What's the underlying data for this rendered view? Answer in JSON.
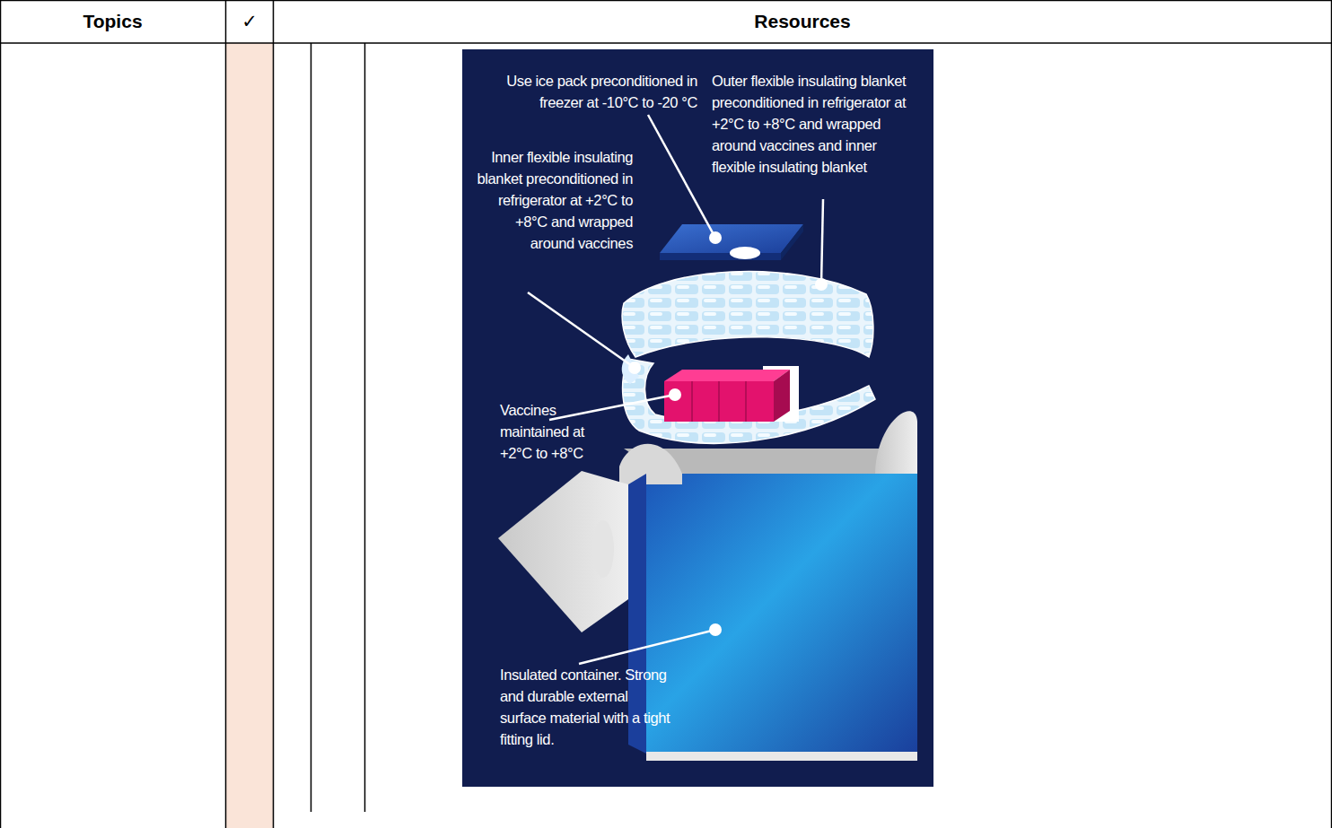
{
  "diagram": {
    "labels": [
      "Topics",
      "✓",
      "Resources",
      "Use ice pack preconditioned in freezer at -10°C to -20 °C",
      "Outer flexible insulating blanket preconditioned in refrigerator at +2°C to +8°C and wrapped around vaccines and inner flexible insulating blanket",
      "Inner flexible insulating blanket preconditioned in refrigerator at +2°C to +8°C and wrapped around vaccines",
      "Vaccines maintained at +2°C to +8°C",
      "Insulated container. Strong and durable external surface material with a tight fitting lid."
    ]
  }
}
